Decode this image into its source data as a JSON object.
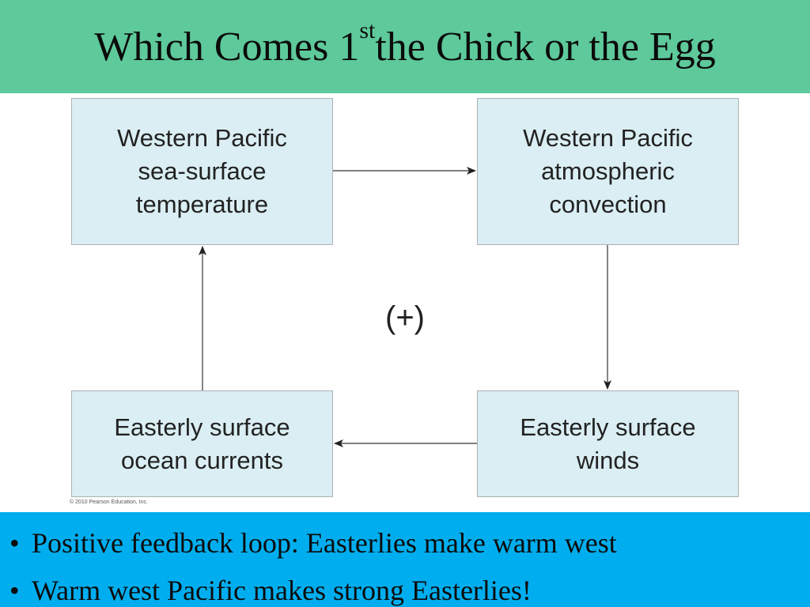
{
  "title": {
    "main": "Which Comes 1",
    "sup": "st",
    "rest": " the Chick or the Egg"
  },
  "diagram": {
    "boxes": {
      "top_left": [
        "Western Pacific",
        "sea-surface",
        "temperature"
      ],
      "top_right": [
        "Western Pacific",
        "atmospheric",
        "convection"
      ],
      "bottom_right": [
        "Easterly surface",
        "winds"
      ],
      "bottom_left": [
        "Easterly surface",
        "ocean currents"
      ]
    },
    "loop_sign": "(+)",
    "copyright": "© 2010 Pearson Education, Inc."
  },
  "bullets": [
    "Positive feedback loop: Easterlies make warm west",
    "Warm west Pacific makes strong Easterlies!"
  ],
  "colors": {
    "title_bar": "#5ec99b",
    "box_fill": "#daeef3",
    "bullet_bar": "#00aeef"
  }
}
